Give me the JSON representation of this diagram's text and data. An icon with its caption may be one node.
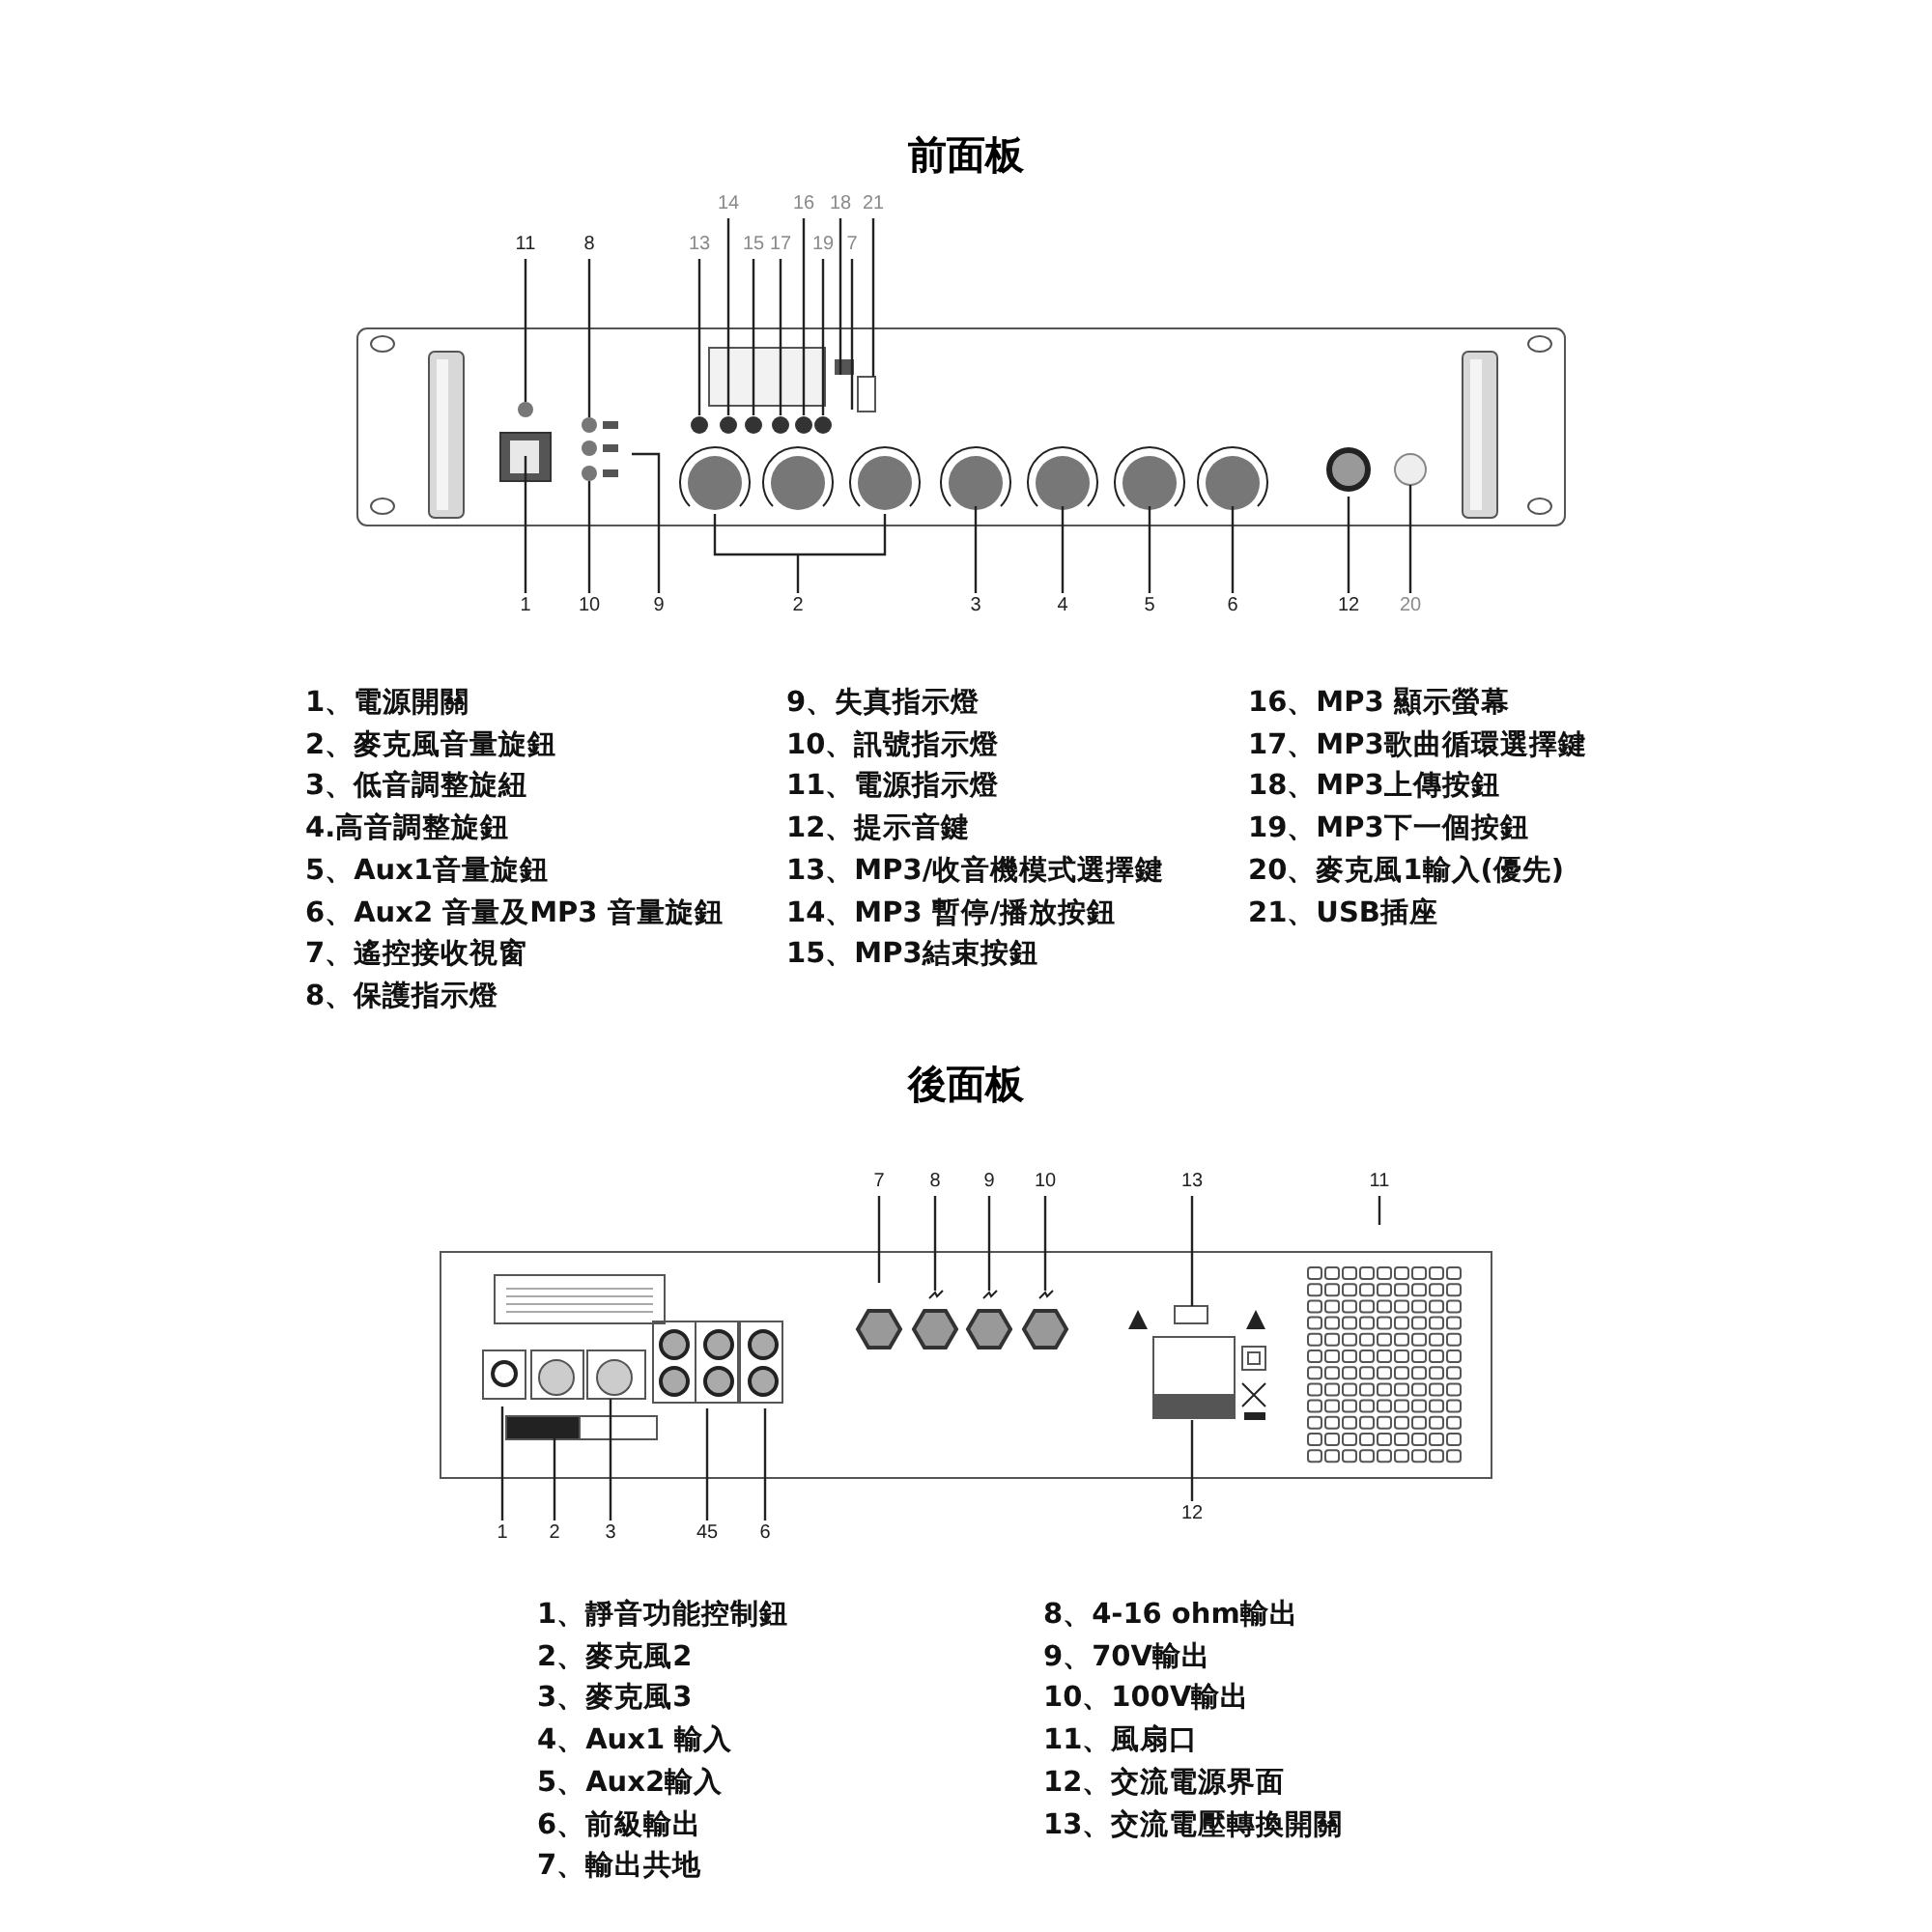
{
  "diagram": {
    "nodes": [
      {
        "text": [
          "14"
        ]
      },
      {
        "text": [
          "16"
        ]
      },
      {
        "text": [
          "18"
        ]
      },
      {
        "text": [
          "21"
        ]
      },
      {
        "text": [
          "11"
        ]
      },
      {
        "text": [
          "8"
        ]
      },
      {
        "text": [
          "13"
        ]
      },
      {
        "text": [
          "15"
        ]
      },
      {
        "text": [
          "17"
        ]
      },
      {
        "text": [
          "19"
        ]
      },
      {
        "text": [
          "7"
        ]
      },
      {
        "text": [
          "1"
        ]
      },
      {
        "text": [
          "10"
        ]
      },
      {
        "text": [
          "9"
        ]
      },
      {
        "text": [
          "2"
        ]
      },
      {
        "text": [
          "3"
        ]
      },
      {
        "text": [
          "4"
        ]
      },
      {
        "text": [
          "5"
        ]
      },
      {
        "text": [
          "6"
        ]
      },
      {
        "text": [
          "12"
        ]
      },
      {
        "text": [
          "20"
        ]
      },
      {
        "text": [
          "7"
        ]
      },
      {
        "text": [
          "8"
        ]
      },
      {
        "text": [
          "9"
        ]
      },
      {
        "text": [
          "10"
        ]
      },
      {
        "text": [
          "13"
        ]
      },
      {
        "text": [
          "11"
        ]
      },
      {
        "text": [
          "1"
        ]
      },
      {
        "text": [
          "2"
        ]
      },
      {
        "text": [
          "3"
        ]
      },
      {
        "text": [
          "45"
        ]
      },
      {
        "text": [
          "6"
        ]
      },
      {
        "text": [
          "12"
        ]
      }
    ],
    "edges": [
      {
        "from": 0,
        "to": null,
        "arrow": "none"
      },
      {
        "from": 1,
        "to": null,
        "arrow": "none"
      },
      {
        "from": 2,
        "to": null,
        "arrow": "none"
      },
      {
        "from": 3,
        "to": null,
        "arrow": "none"
      },
      {
        "from": 4,
        "to": null,
        "arrow": "none"
      },
      {
        "from": 5,
        "to": null,
        "arrow": "none"
      },
      {
        "from": 6,
        "to": null,
        "arrow": "none"
      },
      {
        "from": 7,
        "to": null,
        "arrow": "none"
      },
      {
        "from": 8,
        "to": null,
        "arrow": "none"
      },
      {
        "from": 9,
        "to": null,
        "arrow": "none"
      },
      {
        "from": 10,
        "to": null,
        "arrow": "none"
      },
      {
        "from": 11,
        "to": null,
        "arrow": "none"
      },
      {
        "from": 12,
        "to": null,
        "arrow": "none"
      },
      {
        "from": 13,
        "to": null,
        "arrow": "none"
      },
      {
        "from": 14,
        "to": null,
        "arrow": "none"
      },
      {
        "from": 15,
        "to": null,
        "arrow": "none"
      },
      {
        "from": 16,
        "to": null,
        "arrow": "none"
      },
      {
        "from": 17,
        "to": null,
        "arrow": "none"
      },
      {
        "from": 18,
        "to": null,
        "arrow": "none"
      },
      {
        "from": 19,
        "to": null,
        "arrow": "none"
      },
      {
        "from": 20,
        "to": null,
        "arrow": "none"
      },
      {
        "from": 21,
        "to": null,
        "arrow": "none"
      },
      {
        "from": 22,
        "to": null,
        "arrow": "none"
      },
      {
        "from": 23,
        "to": null,
        "arrow": "none"
      },
      {
        "from": 24,
        "to": null,
        "arrow": "none"
      },
      {
        "from": 25,
        "to": null,
        "arrow": "none"
      },
      {
        "from": 26,
        "to": null,
        "arrow": "none"
      },
      {
        "from": 27,
        "to": null,
        "arrow": "none"
      },
      {
        "from": 28,
        "to": null,
        "arrow": "none"
      },
      {
        "from": 29,
        "to": null,
        "arrow": "none"
      },
      {
        "from": 30,
        "to": null,
        "arrow": "none"
      },
      {
        "from": 31,
        "to": null,
        "arrow": "none"
      },
      {
        "from": 32,
        "to": null,
        "arrow": "none"
      }
    ],
    "labels": [
      "前面板",
      "1、電源開關",
      "2、麥克風音量旋鈕",
      "3、低音調整旋紐",
      "4.高音調整旋鈕",
      "5、Aux1音量旋鈕",
      "6、Aux2 音量及MP3 音量旋鈕",
      "7、遙控接收視窗",
      "8、保護指示燈",
      "9、失真指示燈",
      "10、訊號指示燈",
      "11、電源指示燈",
      "12、提示音鍵",
      "13、MP3/收音機模式選擇鍵",
      "14、MP3 暫停/播放按鈕",
      "15、MP3結束按鈕",
      "16、MP3 顯示螢幕",
      "17、MP3歌曲循環選擇鍵",
      "18、MP3上傳按鈕",
      "19、MP3下一個按鈕",
      "20、麥克風1輸入(優先)",
      "21、USB插座",
      "後面板",
      "1、靜音功能控制鈕",
      "2、麥克風2",
      "3、麥克風3",
      "4、Aux1 輸入",
      "5、Aux2輸入",
      "6、前級輸出",
      "7、輸出共地",
      "8、4-16 ohm輸出",
      "9、70V輸出",
      "10、100V輸出",
      "11、風扇口",
      "12、交流電源界面",
      "13、交流電壓轉換開關"
    ]
  }
}
